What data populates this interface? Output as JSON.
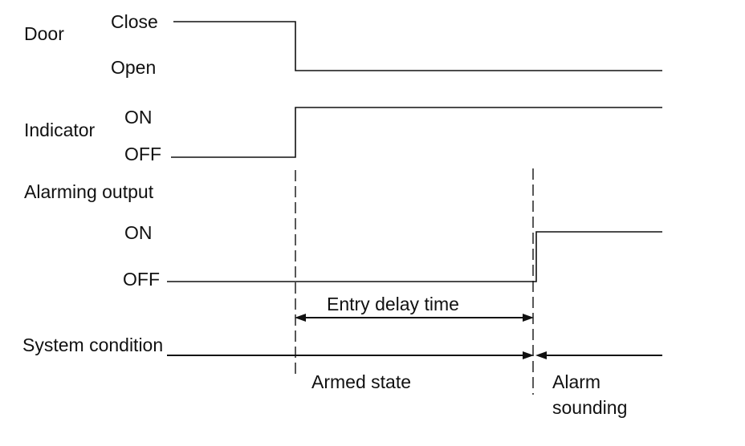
{
  "signals": {
    "door": {
      "name": "Door",
      "upper_state": "Close",
      "lower_state": "Open"
    },
    "indicator": {
      "name": "Indicator",
      "upper_state": "ON",
      "lower_state": "OFF"
    },
    "alarming_output": {
      "name": "Alarming output",
      "upper_state": "ON",
      "lower_state": "OFF"
    },
    "system_condition": {
      "name": "System condition"
    }
  },
  "intervals": {
    "entry_delay": "Entry delay time",
    "armed": "Armed state",
    "alarm_line1": "Alarm",
    "alarm_line2": "sounding"
  },
  "colors": {
    "ink": "#111111",
    "background": "#ffffff"
  }
}
